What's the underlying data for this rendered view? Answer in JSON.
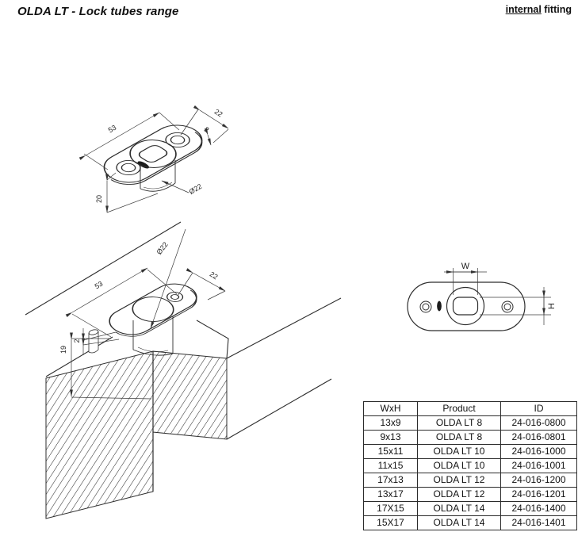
{
  "page": {
    "title": "OLDA LT - Lock tubes range",
    "fitting_note": {
      "underlined": "internal",
      "rest": " fitting"
    }
  },
  "drawing_iso": {
    "labels": {
      "length": "53",
      "width": "22",
      "thickness": "2",
      "diameter": "Ø22",
      "depth": "20"
    }
  },
  "drawing_section": {
    "labels": {
      "diameter": "Ø22",
      "length": "53",
      "width": "22",
      "depth": "19",
      "thickness": "2"
    }
  },
  "drawing_top_view": {
    "labels": {
      "width": "W",
      "height": "H"
    }
  },
  "table": {
    "columns": [
      "WxH",
      "Product",
      "ID"
    ],
    "rows": [
      [
        "13x9",
        "OLDA LT 8",
        "24-016-0800"
      ],
      [
        "9x13",
        "OLDA LT 8",
        "24-016-0801"
      ],
      [
        "15x11",
        "OLDA LT 10",
        "24-016-1000"
      ],
      [
        "11x15",
        "OLDA LT 10",
        "24-016-1001"
      ],
      [
        "17x13",
        "OLDA LT 12",
        "24-016-1200"
      ],
      [
        "13x17",
        "OLDA LT 12",
        "24-016-1201"
      ],
      [
        "17X15",
        "OLDA LT 14",
        "24-016-1400"
      ],
      [
        "15X17",
        "OLDA LT 14",
        "24-016-1401"
      ]
    ]
  },
  "colors": {
    "ink": "#2e2e2e",
    "dim": "#3c3c3c"
  }
}
